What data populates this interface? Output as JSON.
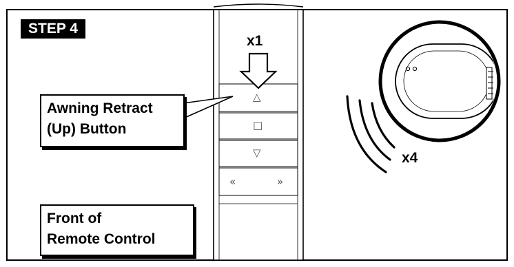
{
  "step": {
    "label": "STEP 4"
  },
  "callouts": {
    "button_line1": "Awning Retract",
    "button_line2": "(Up) Button",
    "front_line1": "Front of",
    "front_line2": "Remote Control"
  },
  "counts": {
    "press": "x1",
    "motor": "x4"
  },
  "remote": {
    "up_symbol": "△",
    "stop_symbol": "□",
    "down_symbol": "▽",
    "prev_symbol": "«",
    "next_symbol": "»"
  },
  "icons": [
    "arrow-down-icon",
    "motor-head-icon",
    "signal-waves-icon"
  ]
}
